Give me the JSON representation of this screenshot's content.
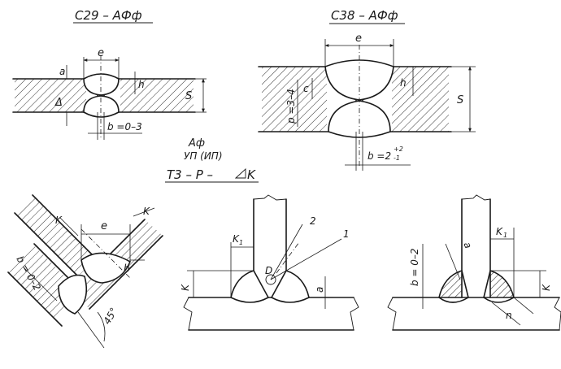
{
  "figures": {
    "c29": {
      "title": "С29 – АФф",
      "labels": {
        "e": "e",
        "a": "a",
        "delta": "Δ",
        "h": "h",
        "s": "S",
        "b": "b =0–3"
      }
    },
    "c38": {
      "title": "С38 – АФф",
      "labels": {
        "e": "e",
        "p": "p =3–4",
        "c": "c",
        "h": "h",
        "s": "S",
        "b": "b =2",
        "b_tol_upper": "+2",
        "b_tol_lower": "-1"
      }
    },
    "t3": {
      "method_line1": "Аф",
      "method_line2": "УП (ИП)",
      "title": "Т3 –  Р  –",
      "k_label": "K",
      "left": {
        "k": "K",
        "k1": "K",
        "b": "b = 0–2",
        "h": "h",
        "e": "e",
        "angle": "45°"
      },
      "middle": {
        "k1": "K",
        "k1_sub": "1",
        "k": "K",
        "d": "D",
        "a": "a",
        "one": "1",
        "two": "2"
      },
      "right": {
        "b": "b = 0–2",
        "a": "a",
        "k1": "K",
        "k1_sub": "1",
        "k": "K",
        "n": "n"
      }
    }
  }
}
